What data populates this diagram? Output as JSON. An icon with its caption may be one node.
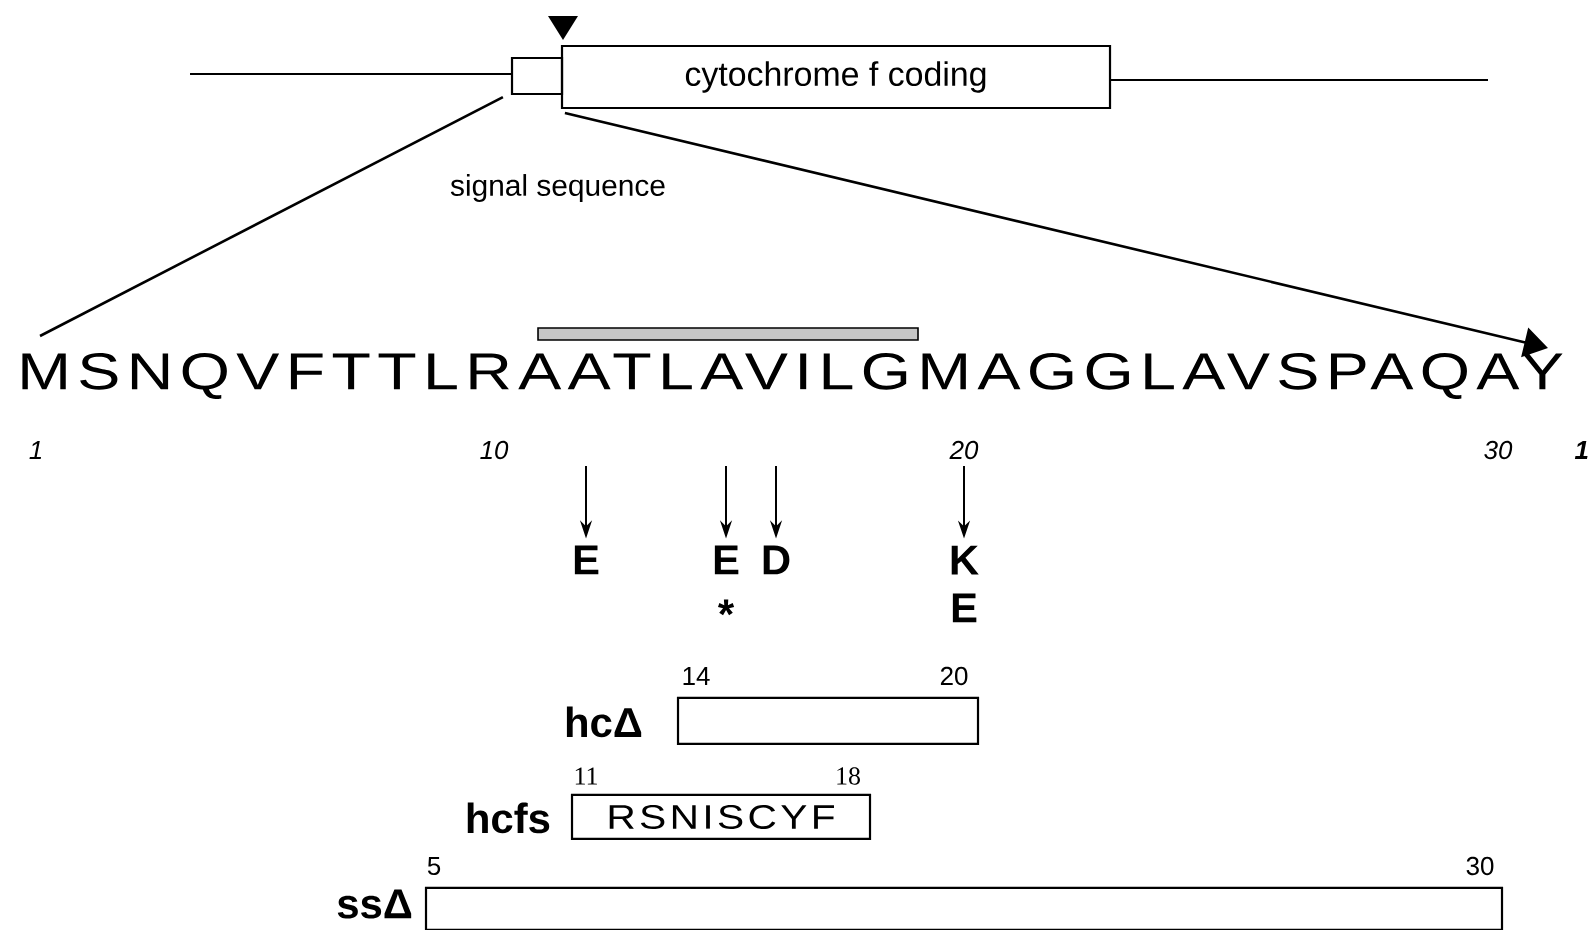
{
  "diagram": {
    "nodes": [
      {
        "text": [],
        "shape": "box",
        "beside": [
          "signal sequence"
        ]
      },
      {
        "text": [
          "cytochrome f coding"
        ]
      },
      {
        "text": [
          "MSNQVFTTLRAATLAVILGMAGGLAVSPAQAY"
        ]
      },
      {
        "text": [
          "E"
        ]
      },
      {
        "text": [
          "E"
        ],
        "beside": [
          "*"
        ]
      },
      {
        "text": [
          "D"
        ]
      },
      {
        "text": [
          "K",
          "E"
        ]
      },
      {
        "text": [],
        "shape": "box",
        "beside": [
          "hcΔ",
          "14",
          "20"
        ]
      },
      {
        "text": [
          "RSNISCYF"
        ],
        "beside": [
          "hcfs",
          "11",
          "18"
        ]
      },
      {
        "text": [],
        "shape": "box",
        "beside": [
          "ssΔ",
          "5",
          "30"
        ]
      }
    ],
    "edges": [
      {
        "from": 0,
        "to": 2,
        "arrow": "none"
      },
      {
        "from": 1,
        "to": 2,
        "arrow": "to"
      },
      {
        "from": 2,
        "to": 3,
        "arrow": "to"
      },
      {
        "from": 2,
        "to": 4,
        "arrow": "to"
      },
      {
        "from": 2,
        "to": 5,
        "arrow": "to"
      },
      {
        "from": 2,
        "to": 6,
        "arrow": "to"
      }
    ],
    "labels": [
      "1",
      "10",
      "20",
      "30",
      "1"
    ]
  }
}
